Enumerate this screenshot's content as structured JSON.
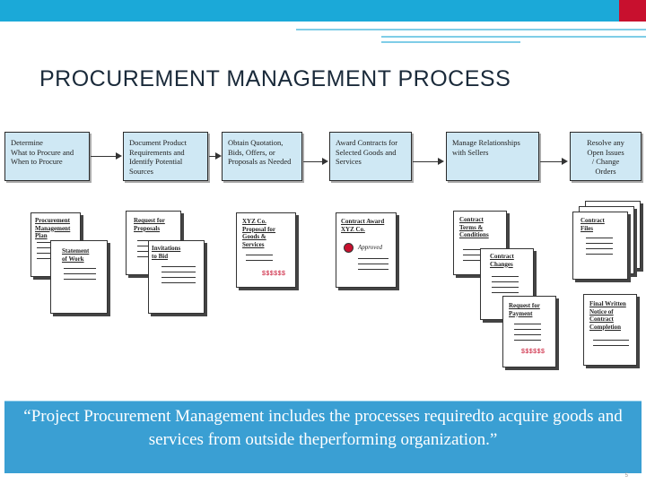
{
  "slide": {
    "title": "PROCUREMENT MANAGEMENT PROCESS",
    "quote": "“Project Procurement Management includes the processes requiredto acquire goods and services from outside theperforming organization.”",
    "page_number": "5"
  },
  "process_steps": [
    "Determine\nWhat to Procure and\nWhen to Procure",
    "Document Product\nRequirements and\nIdentify Potential\nSources",
    "Obtain Quotation,\nBids, Offers, or\nProposals as Needed",
    "Award Contracts for\nSelected Goods and\nServices",
    "Manage Relationships\nwith Sellers",
    "Resolve any\nOpen Issues\n/ Change\nOrders"
  ],
  "documents": {
    "procurement_plan": "Procurement\nManagement\nPlan",
    "statement_of_work": "Statement\nof Work",
    "request_for_proposals": "Request for\nProposals",
    "invitations_to_bid": "Invitations\nto Bid",
    "proposal": "XYZ Co.\nProposal for\nGoods &\nServices",
    "proposal_amount": "$$$$$$",
    "contract_award": "Contract Award\nXYZ Co.",
    "approved": "Approved",
    "contract_terms": "Contract\nTerms &\nConditions",
    "contract_changes": "Contract\nChanges",
    "request_for_payment": "Request for\nPayment",
    "payment_amount": "$$$$$$",
    "contract_files": "Contract\nFiles",
    "final_notice": "Final Written\nNotice of\nContract\nCompletion"
  },
  "colors": {
    "top_band": "#1ba9d8",
    "accent_red": "#c8102e",
    "process_box_fill": "#cfe8f4",
    "quote_banner": "#3a9fd3"
  }
}
